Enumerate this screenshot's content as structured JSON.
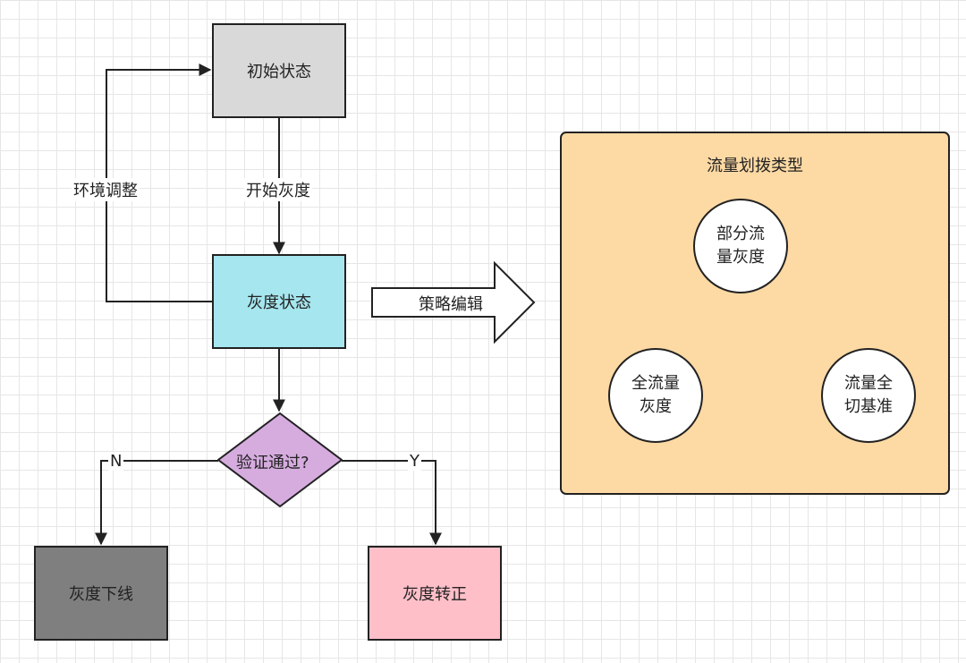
{
  "flow": {
    "initial_state": "初始状态",
    "start_gray": "开始灰度",
    "gray_state": "灰度状态",
    "env_adjust": "环境调整",
    "verify": "验证通过?",
    "no_label": "N",
    "yes_label": "Y",
    "gray_offline": "灰度下线",
    "gray_promote": "灰度转正",
    "strategy_edit": "策略编辑"
  },
  "panel": {
    "title": "流量划拨类型",
    "partial": "部分流量灰度",
    "full": "全流量灰度",
    "switch": "流量全切基准"
  },
  "colors": {
    "initial_fill": "#d9d9d9",
    "gray_fill": "#a6e6ee",
    "verify_fill": "#d6acdf",
    "offline_fill": "#7f7f7f",
    "promote_fill": "#ffbfc9",
    "panel_fill": "#fdd9a4"
  }
}
